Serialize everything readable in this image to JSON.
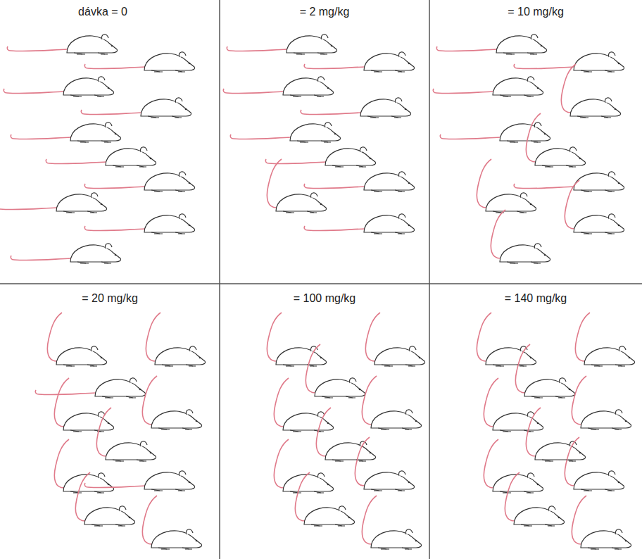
{
  "diagram": {
    "labels": [
      "dávka = 0",
      "= 2 mg/kg",
      "= 10 mg/kg",
      "= 20 mg/kg",
      "= 100 mg/kg",
      "= 140 mg/kg"
    ]
  }
}
